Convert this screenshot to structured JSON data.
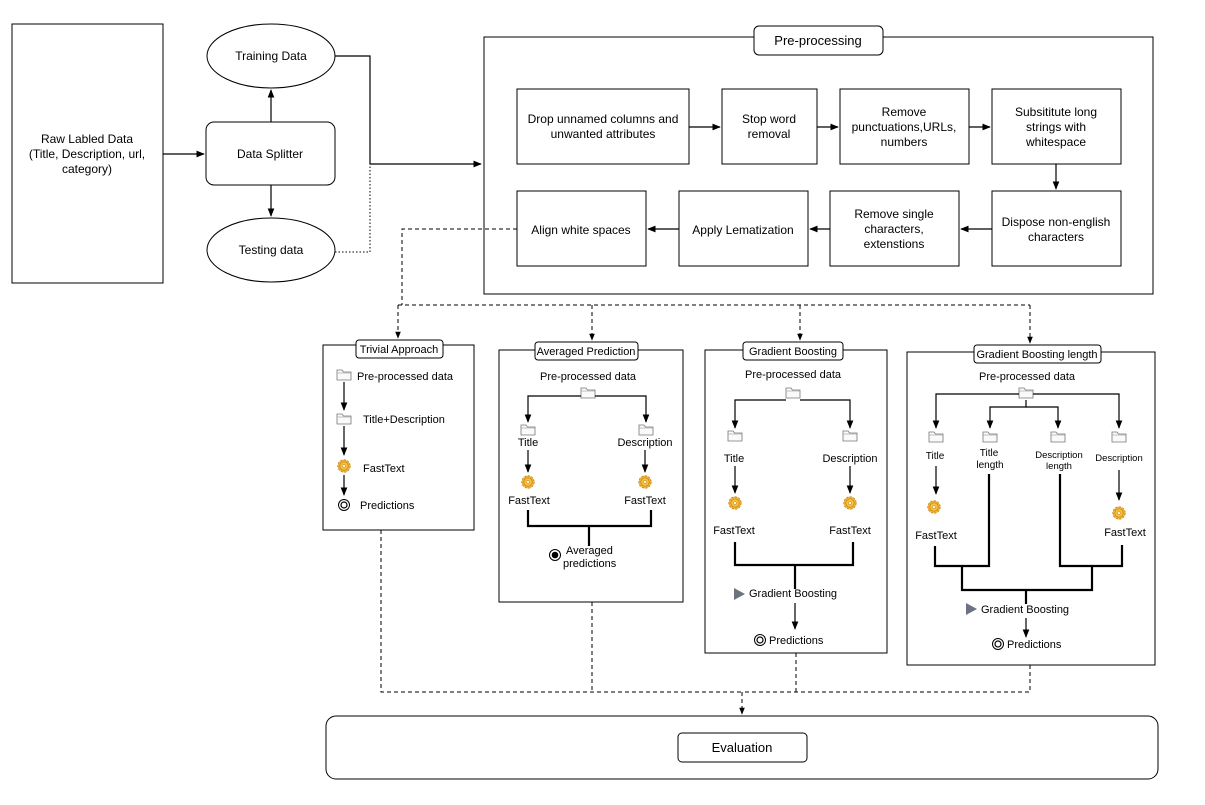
{
  "raw_data": {
    "line1": "Raw Labled Data",
    "line2": "(Title, Description, url,",
    "line3": "category)"
  },
  "training_data": "Training Data",
  "data_splitter": "Data Splitter",
  "testing_data": "Testing data",
  "preprocessing": {
    "title": "Pre-processing",
    "step1": [
      "Drop unnamed columns and",
      "unwanted attributes"
    ],
    "step2": [
      "Stop word",
      "removal"
    ],
    "step3": [
      "Remove",
      "punctuations,URLs,",
      "numbers"
    ],
    "step4": [
      "Subsititute long",
      "strings with",
      "whitespace"
    ],
    "step5": [
      "Dispose non-english",
      "characters"
    ],
    "step6": [
      "Remove single",
      "characters,",
      "extenstions"
    ],
    "step7": "Apply Lematization",
    "step8": "Align white spaces"
  },
  "trivial": {
    "title": "Trivial Approach",
    "pre": "Pre-processed data",
    "title_desc": "Title+Description",
    "fasttext": "FastText",
    "predictions": "Predictions"
  },
  "averaged": {
    "title": "Averaged Prediction",
    "pre": "Pre-processed data",
    "title_label": "Title",
    "description": "Description",
    "fasttext": "FastText",
    "result": [
      "Averaged",
      "predictions"
    ]
  },
  "gb": {
    "title": "Gradient Boosting",
    "pre": "Pre-processed data",
    "title_label": "Title",
    "description": "Description",
    "fasttext": "FastText",
    "boost": "Gradient Boosting",
    "predictions": "Predictions"
  },
  "gbl": {
    "title": "Gradient Boosting length",
    "pre": "Pre-processed data",
    "title_label": "Title",
    "title_length": [
      "Title",
      "length"
    ],
    "description_length": [
      "Description",
      "length"
    ],
    "description": "Description",
    "fasttext": "FastText",
    "boost": "Gradient Boosting",
    "predictions": "Predictions"
  },
  "evaluation": "Evaluation",
  "icons": {
    "folder": "folder-icon",
    "gear": "gear-icon",
    "target": "target-icon",
    "play": "play-icon"
  }
}
